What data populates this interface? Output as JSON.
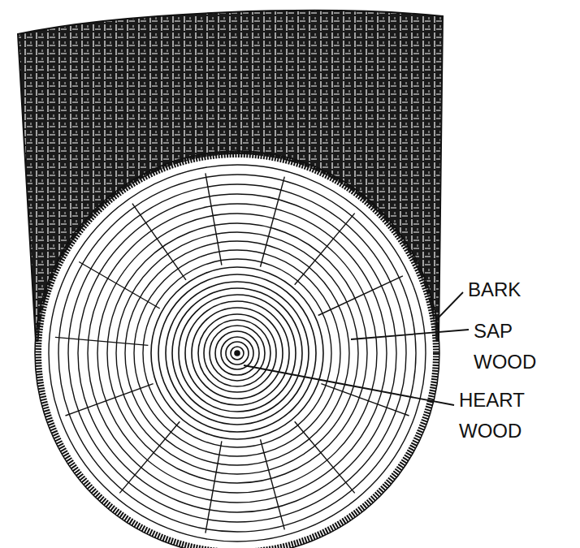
{
  "diagram": {
    "labels": [
      "BARK",
      "SAP WOOD",
      "HEART WOOD"
    ]
  }
}
